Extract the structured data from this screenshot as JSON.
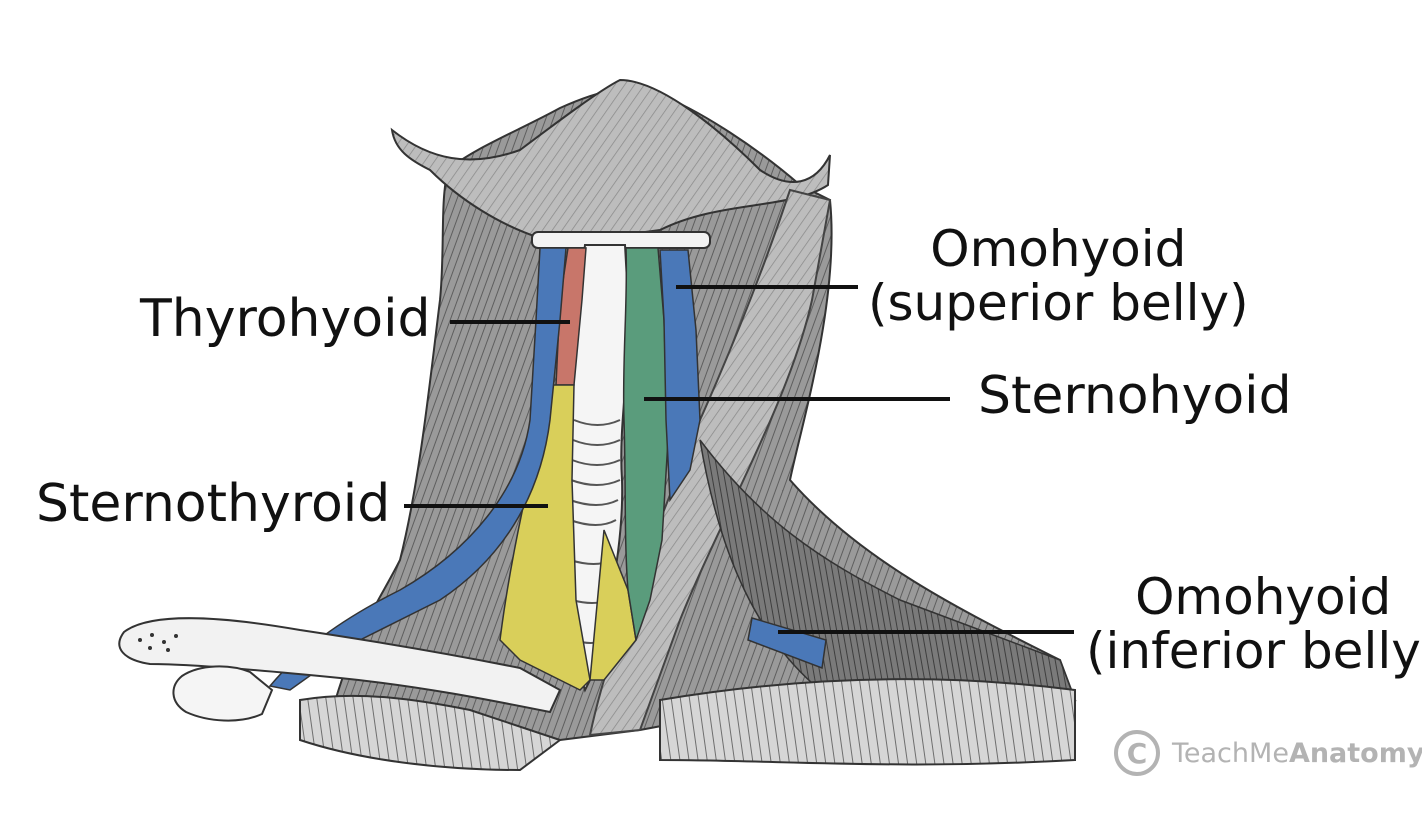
{
  "labels": {
    "thyrohyoid": "Thyrohyoid",
    "sternothyroid": "Sternothyroid",
    "omohyoid_superior_name": "Omohyoid",
    "omohyoid_superior_sub": "(superior belly)",
    "sternohyoid": "Sternohyoid",
    "omohyoid_inferior_name": "Omohyoid",
    "omohyoid_inferior_sub": "(inferior belly)"
  },
  "watermark": {
    "symbol": "C",
    "text_light": "TeachMe",
    "text_bold": "Anatomy"
  },
  "colors": {
    "omohyoid": "#4a78b8",
    "thyrohyoid": "#c8766a",
    "sternothyroid": "#d9cf5a",
    "sternohyoid": "#5a9c7c",
    "muscle": "#8a8a8a",
    "bone": "#f2f2f2",
    "leader_line": "#111111"
  }
}
